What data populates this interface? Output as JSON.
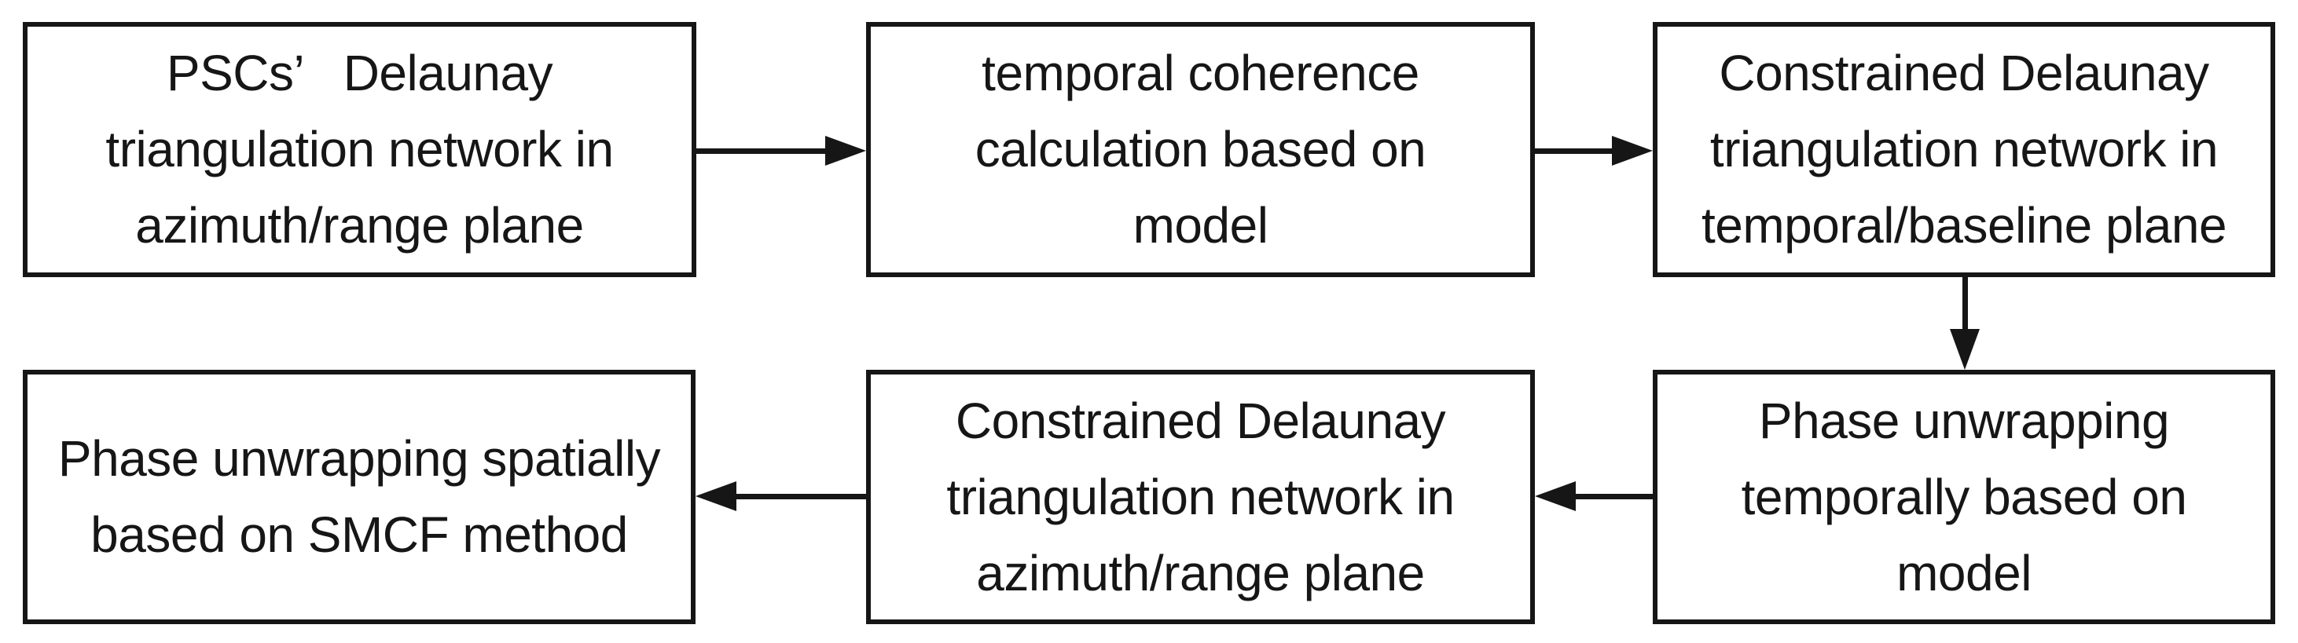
{
  "diagram": {
    "title": "PS-InSAR phase unwrapping workflow flowchart",
    "background_color": "#ffffff",
    "line_color": "#161616",
    "boxes": [
      {
        "id": "psc-delaunay-network",
        "lines": [
          "PSCs’   Delaunay",
          "triangulation network in",
          "azimuth/range plane"
        ]
      },
      {
        "id": "temporal-coherence-calculation",
        "lines": [
          "temporal coherence",
          "calculation based on",
          "model"
        ]
      },
      {
        "id": "constrained-delaunay-temporal-baseline",
        "lines": [
          "Constrained Delaunay",
          "triangulation network in",
          "temporal/baseline plane"
        ]
      },
      {
        "id": "phase-unwrapping-temporal",
        "lines": [
          "Phase unwrapping",
          "temporally based on",
          "model"
        ]
      },
      {
        "id": "constrained-delaunay-azimuth-range",
        "lines": [
          "Constrained Delaunay",
          "triangulation network in",
          "azimuth/range plane"
        ]
      },
      {
        "id": "phase-unwrapping-spatial",
        "lines": [
          "Phase unwrapping spatially",
          "based on SMCF method"
        ]
      }
    ],
    "arrows": [
      {
        "from": "psc-delaunay-network",
        "to": "temporal-coherence-calculation",
        "direction": "right"
      },
      {
        "from": "temporal-coherence-calculation",
        "to": "constrained-delaunay-temporal-baseline",
        "direction": "right"
      },
      {
        "from": "constrained-delaunay-temporal-baseline",
        "to": "phase-unwrapping-temporal",
        "direction": "down"
      },
      {
        "from": "phase-unwrapping-temporal",
        "to": "constrained-delaunay-azimuth-range",
        "direction": "left"
      },
      {
        "from": "constrained-delaunay-azimuth-range",
        "to": "phase-unwrapping-spatial",
        "direction": "left"
      }
    ]
  }
}
